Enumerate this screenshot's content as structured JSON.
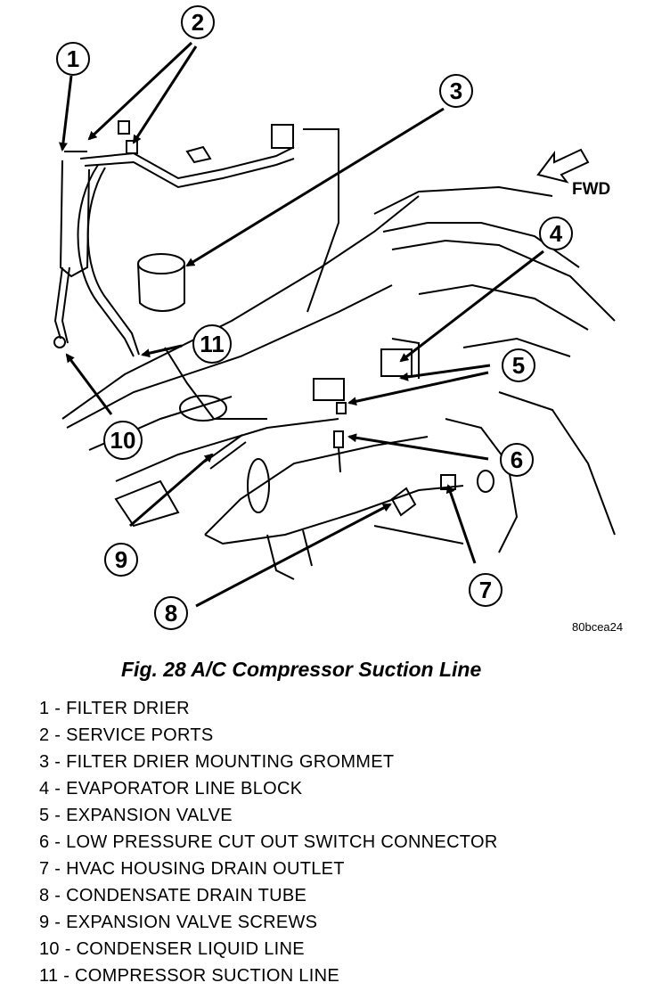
{
  "figure": {
    "caption": "Fig. 28 A/C Compressor Suction Line",
    "reference_code": "80bcea24",
    "direction_label": "FWD"
  },
  "callouts": [
    "1",
    "2",
    "3",
    "4",
    "5",
    "6",
    "7",
    "8",
    "9",
    "10",
    "11"
  ],
  "legend": [
    "1 - FILTER DRIER",
    "2 - SERVICE PORTS",
    "3 - FILTER DRIER MOUNTING GROMMET",
    "4 - EVAPORATOR LINE BLOCK",
    "5 - EXPANSION VALVE",
    "6 - LOW PRESSURE CUT OUT SWITCH CONNECTOR",
    "7 - HVAC HOUSING DRAIN OUTLET",
    "8 - CONDENSATE DRAIN TUBE",
    "9 - EXPANSION VALVE SCREWS",
    "10 - CONDENSER LIQUID LINE",
    "11 - COMPRESSOR SUCTION LINE"
  ]
}
